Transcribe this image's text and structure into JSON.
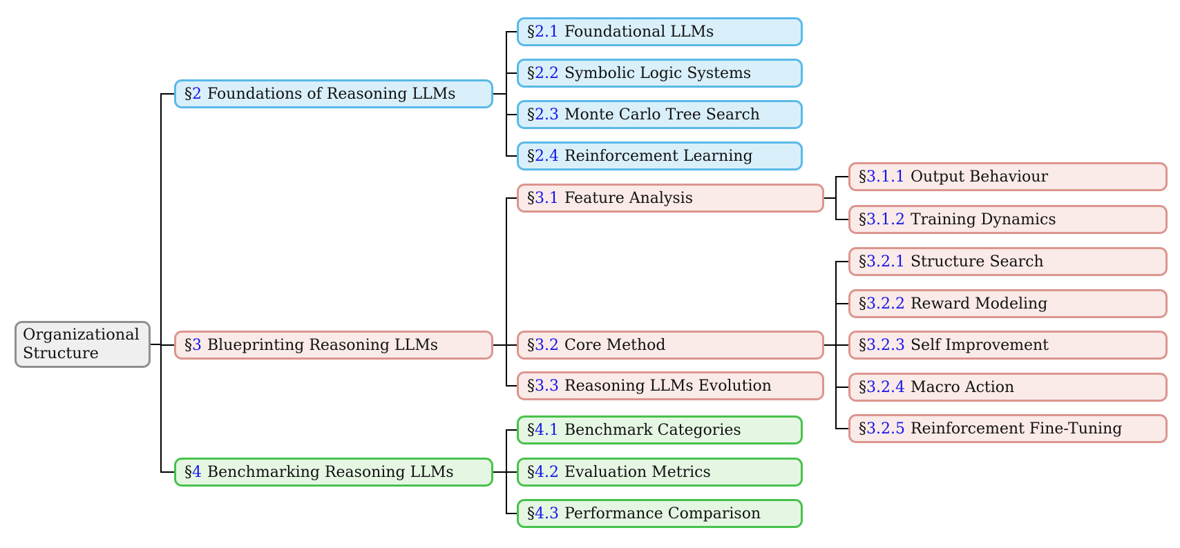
{
  "section_symbol": "§",
  "root": {
    "id": "root",
    "label": "Organizational Structure",
    "color": "gray"
  },
  "nodes": [
    {
      "id": "s2",
      "parent": "root",
      "number": "2",
      "label": "Foundations of Reasoning LLMs",
      "color": "blue"
    },
    {
      "id": "s21",
      "parent": "s2",
      "number": "2.1",
      "label": "Foundational LLMs",
      "color": "blue"
    },
    {
      "id": "s22",
      "parent": "s2",
      "number": "2.2",
      "label": "Symbolic Logic Systems",
      "color": "blue"
    },
    {
      "id": "s23",
      "parent": "s2",
      "number": "2.3",
      "label": "Monte Carlo Tree Search",
      "color": "blue"
    },
    {
      "id": "s24",
      "parent": "s2",
      "number": "2.4",
      "label": "Reinforcement Learning",
      "color": "blue"
    },
    {
      "id": "s3",
      "parent": "root",
      "number": "3",
      "label": "Blueprinting Reasoning LLMs",
      "color": "red"
    },
    {
      "id": "s31",
      "parent": "s3",
      "number": "3.1",
      "label": "Feature Analysis",
      "color": "red"
    },
    {
      "id": "s311",
      "parent": "s31",
      "number": "3.1.1",
      "label": "Output Behaviour",
      "color": "red"
    },
    {
      "id": "s312",
      "parent": "s31",
      "number": "3.1.2",
      "label": "Training Dynamics",
      "color": "red"
    },
    {
      "id": "s32",
      "parent": "s3",
      "number": "3.2",
      "label": "Core Method",
      "color": "red"
    },
    {
      "id": "s321",
      "parent": "s32",
      "number": "3.2.1",
      "label": "Structure Search",
      "color": "red"
    },
    {
      "id": "s322",
      "parent": "s32",
      "number": "3.2.2",
      "label": "Reward Modeling",
      "color": "red"
    },
    {
      "id": "s323",
      "parent": "s32",
      "number": "3.2.3",
      "label": "Self Improvement",
      "color": "red"
    },
    {
      "id": "s324",
      "parent": "s32",
      "number": "3.2.4",
      "label": "Macro Action",
      "color": "red"
    },
    {
      "id": "s325",
      "parent": "s32",
      "number": "3.2.5",
      "label": "Reinforcement Fine-Tuning",
      "color": "red"
    },
    {
      "id": "s33",
      "parent": "s3",
      "number": "3.3",
      "label": "Reasoning LLMs Evolution",
      "color": "red"
    },
    {
      "id": "s4",
      "parent": "root",
      "number": "4",
      "label": "Benchmarking Reasoning LLMs",
      "color": "green"
    },
    {
      "id": "s41",
      "parent": "s4",
      "number": "4.1",
      "label": "Benchmark Categories",
      "color": "green"
    },
    {
      "id": "s42",
      "parent": "s4",
      "number": "4.2",
      "label": "Evaluation Metrics",
      "color": "green"
    },
    {
      "id": "s43",
      "parent": "s4",
      "number": "4.3",
      "label": "Performance Comparison",
      "color": "green"
    }
  ],
  "palette": {
    "blue": {
      "border": "#58b9e8",
      "fill": "#d9f0fb"
    },
    "red": {
      "border": "#dc958e",
      "fill": "#faeae8"
    },
    "green": {
      "border": "#46c24b",
      "fill": "#e5f7e3"
    },
    "gray": {
      "border": "#8f8f8f",
      "fill": "#efefef"
    },
    "link": "#1414eb",
    "line": "#000000"
  }
}
